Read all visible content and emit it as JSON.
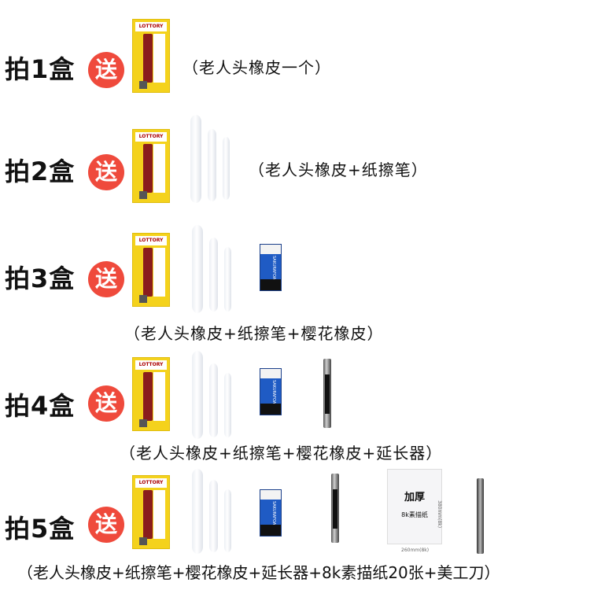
{
  "tiers": [
    {
      "buy": "拍1盒",
      "gift": "送",
      "desc": "（老人头橡皮一个）"
    },
    {
      "buy": "拍2盒",
      "gift": "送",
      "desc": "（老人头橡皮+纸擦笔）"
    },
    {
      "buy": "拍3盒",
      "gift": "送",
      "desc": "（老人头橡皮+纸擦笔+樱花橡皮）"
    },
    {
      "buy": "拍4盒",
      "gift": "送",
      "desc": "（老人头橡皮+纸擦笔+樱花橡皮+延长器）"
    },
    {
      "buy": "拍5盒",
      "gift": "送",
      "desc": "（老人头橡皮+纸擦笔+樱花橡皮+延长器+8k素描纸20张+美工刀）"
    }
  ],
  "product": {
    "brand": "LOTTORY",
    "eraser_box_text": "SAKURAFOAM",
    "paper_title": "加厚",
    "paper_subtitle": "8k素描纸",
    "paper_width": "260mm(8k)",
    "paper_height": "380mm(8k)"
  },
  "colors": {
    "badge": "#ef4a3c",
    "card": "#f4d21c",
    "eraser_box": "#1f5bc4"
  }
}
